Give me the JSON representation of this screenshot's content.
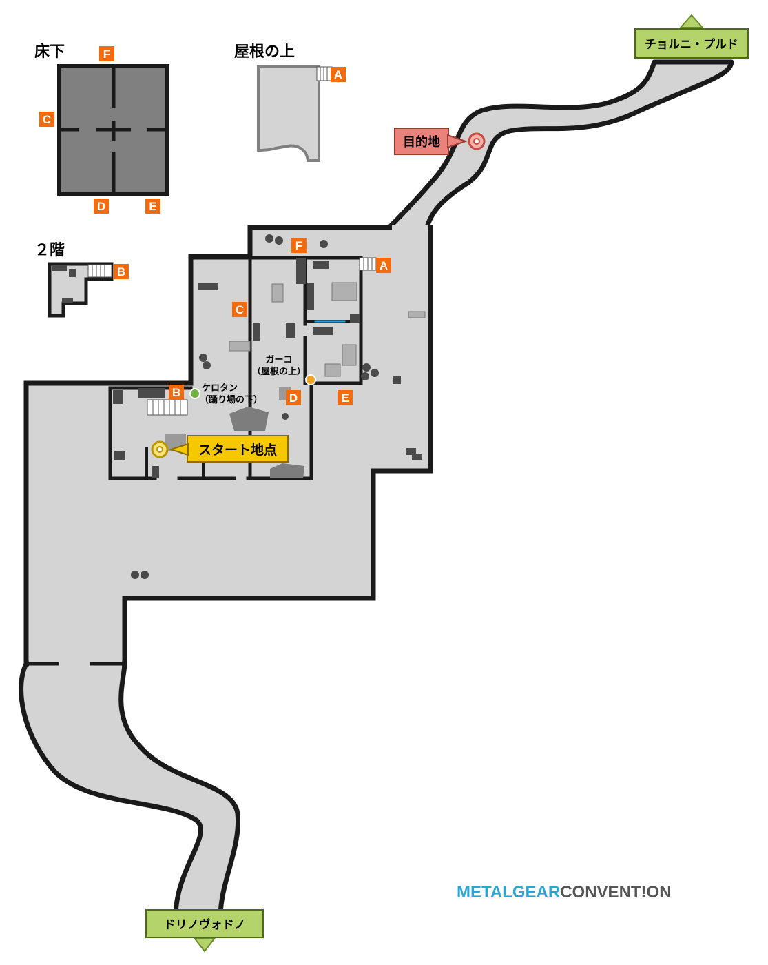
{
  "sections": {
    "underfloor": "床下",
    "roof": "屋根の上",
    "second_floor": "２階"
  },
  "exits": {
    "north": "チョルニ・プルド",
    "south": "ドリノヴォドノ"
  },
  "markers": {
    "destination": "目的地",
    "start": "スタート地点",
    "garko_line1": "ガーコ",
    "garko_line2": "（屋根の上）",
    "kerotan_line1": "ケロタン",
    "kerotan_line2": "（踊り場の下）"
  },
  "doors": {
    "a": "A",
    "b": "B",
    "c": "C",
    "d": "D",
    "e": "E",
    "f": "F"
  },
  "brand": {
    "part1": "METALGEAR",
    "part2": "CONVENT!ON"
  },
  "colors": {
    "door": "#f26b0f",
    "floor": "#d4d4d4",
    "wall": "#1a1a1a",
    "exit_fill": "#b5d36b",
    "destination": "#e8827a",
    "start": "#f5c800",
    "garko": "#f2a32a",
    "kerotan": "#6fb33d"
  }
}
